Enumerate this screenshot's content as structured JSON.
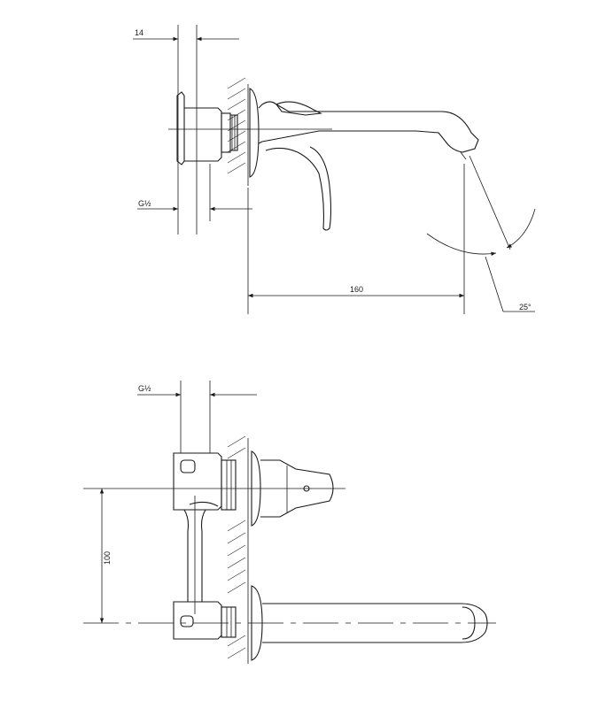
{
  "views": {
    "top": {
      "dims": {
        "width_14": "14",
        "thread_top": "G½",
        "reach_160": "160",
        "angle_25": "25°"
      }
    },
    "bottom": {
      "dims": {
        "thread_bottom": "G½",
        "height_100": "100"
      }
    }
  }
}
